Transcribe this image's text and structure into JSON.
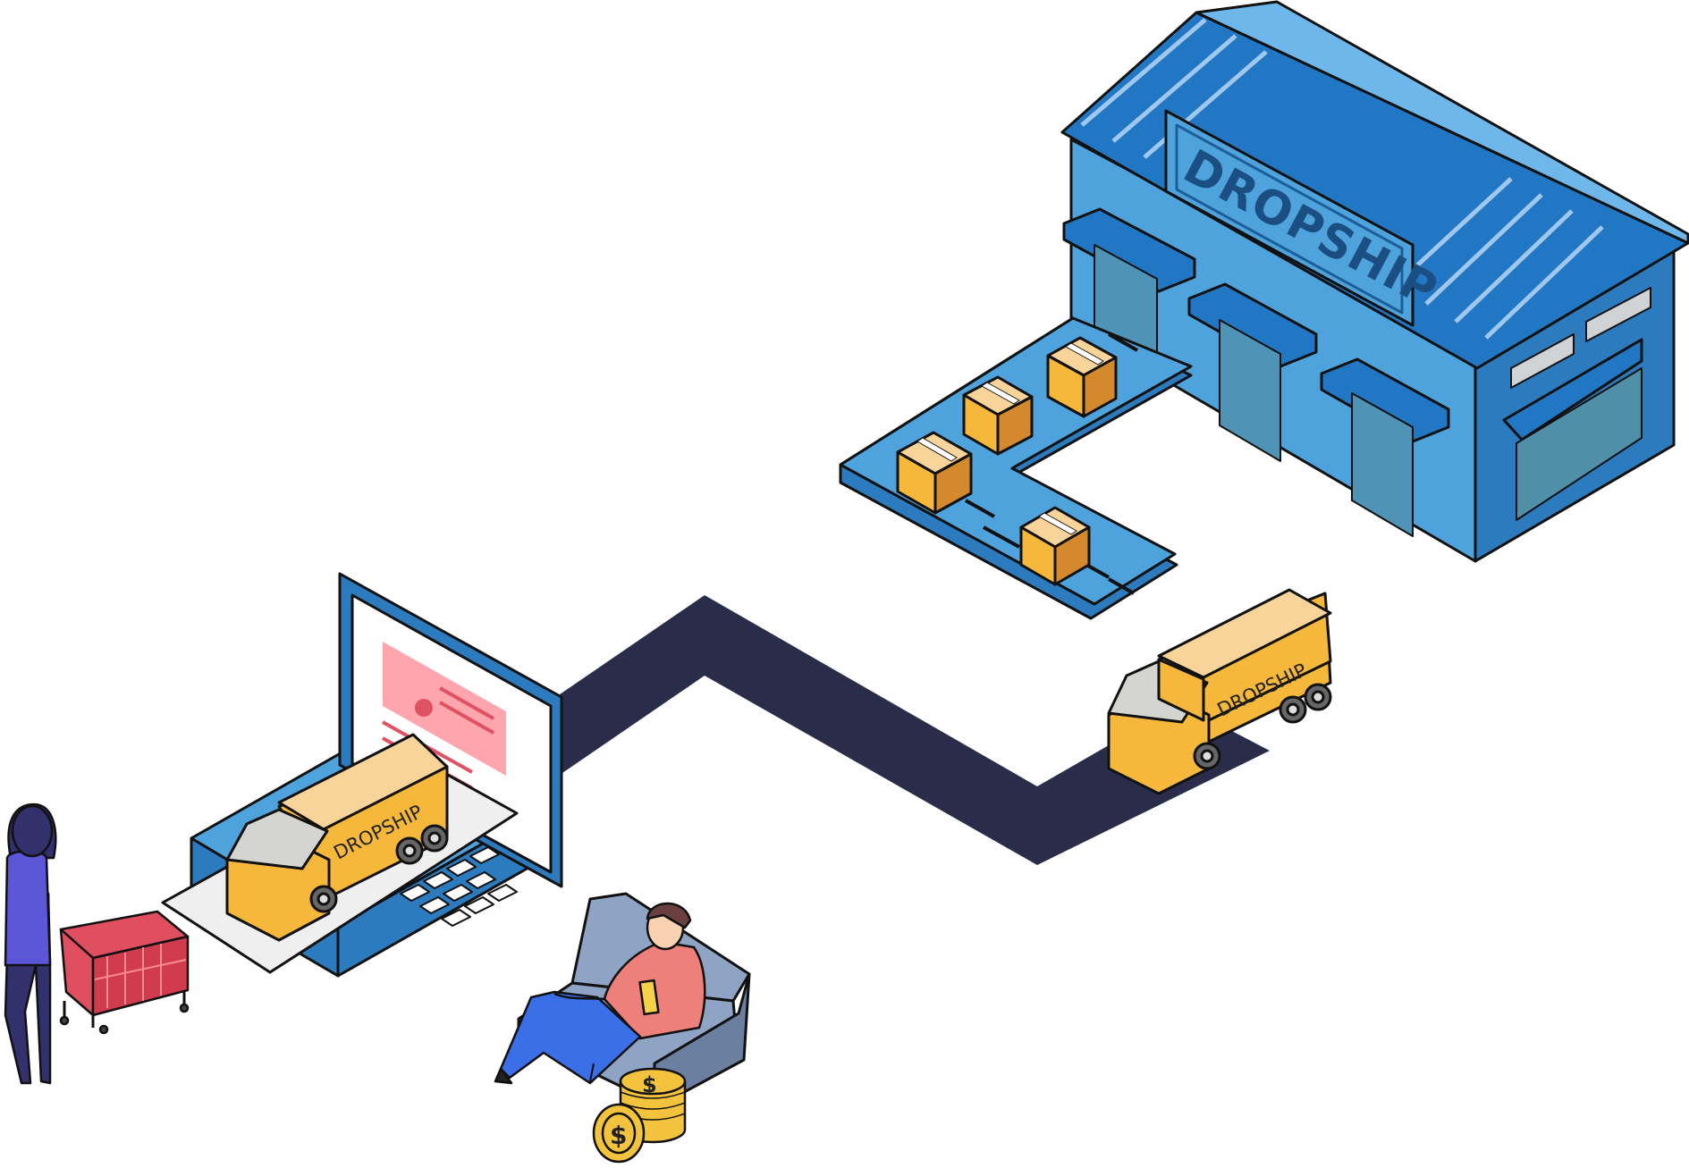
{
  "warehouse": {
    "sign_label": "DROPSHIP"
  },
  "trucks": {
    "road_truck_label": "DROPSHIP",
    "laptop_truck_label": "DROPSHIP"
  },
  "colors": {
    "road": "#2a2d4a",
    "warehouse_wall": "#4fa3dd",
    "warehouse_roof": "#2277c4",
    "truck_body": "#f5b83a",
    "truck_cargo": "#f8d39a",
    "box": "#f5b83a",
    "cart": "#e04f60",
    "coin": "#f4c33d",
    "laptop": "#4fa3dd",
    "sofa": "#8fa4c4",
    "outline": "#111111"
  },
  "icons": {
    "shopping_cart": "shopping-cart-icon",
    "coin": "dollar-coin-icon",
    "package": "package-icon"
  }
}
